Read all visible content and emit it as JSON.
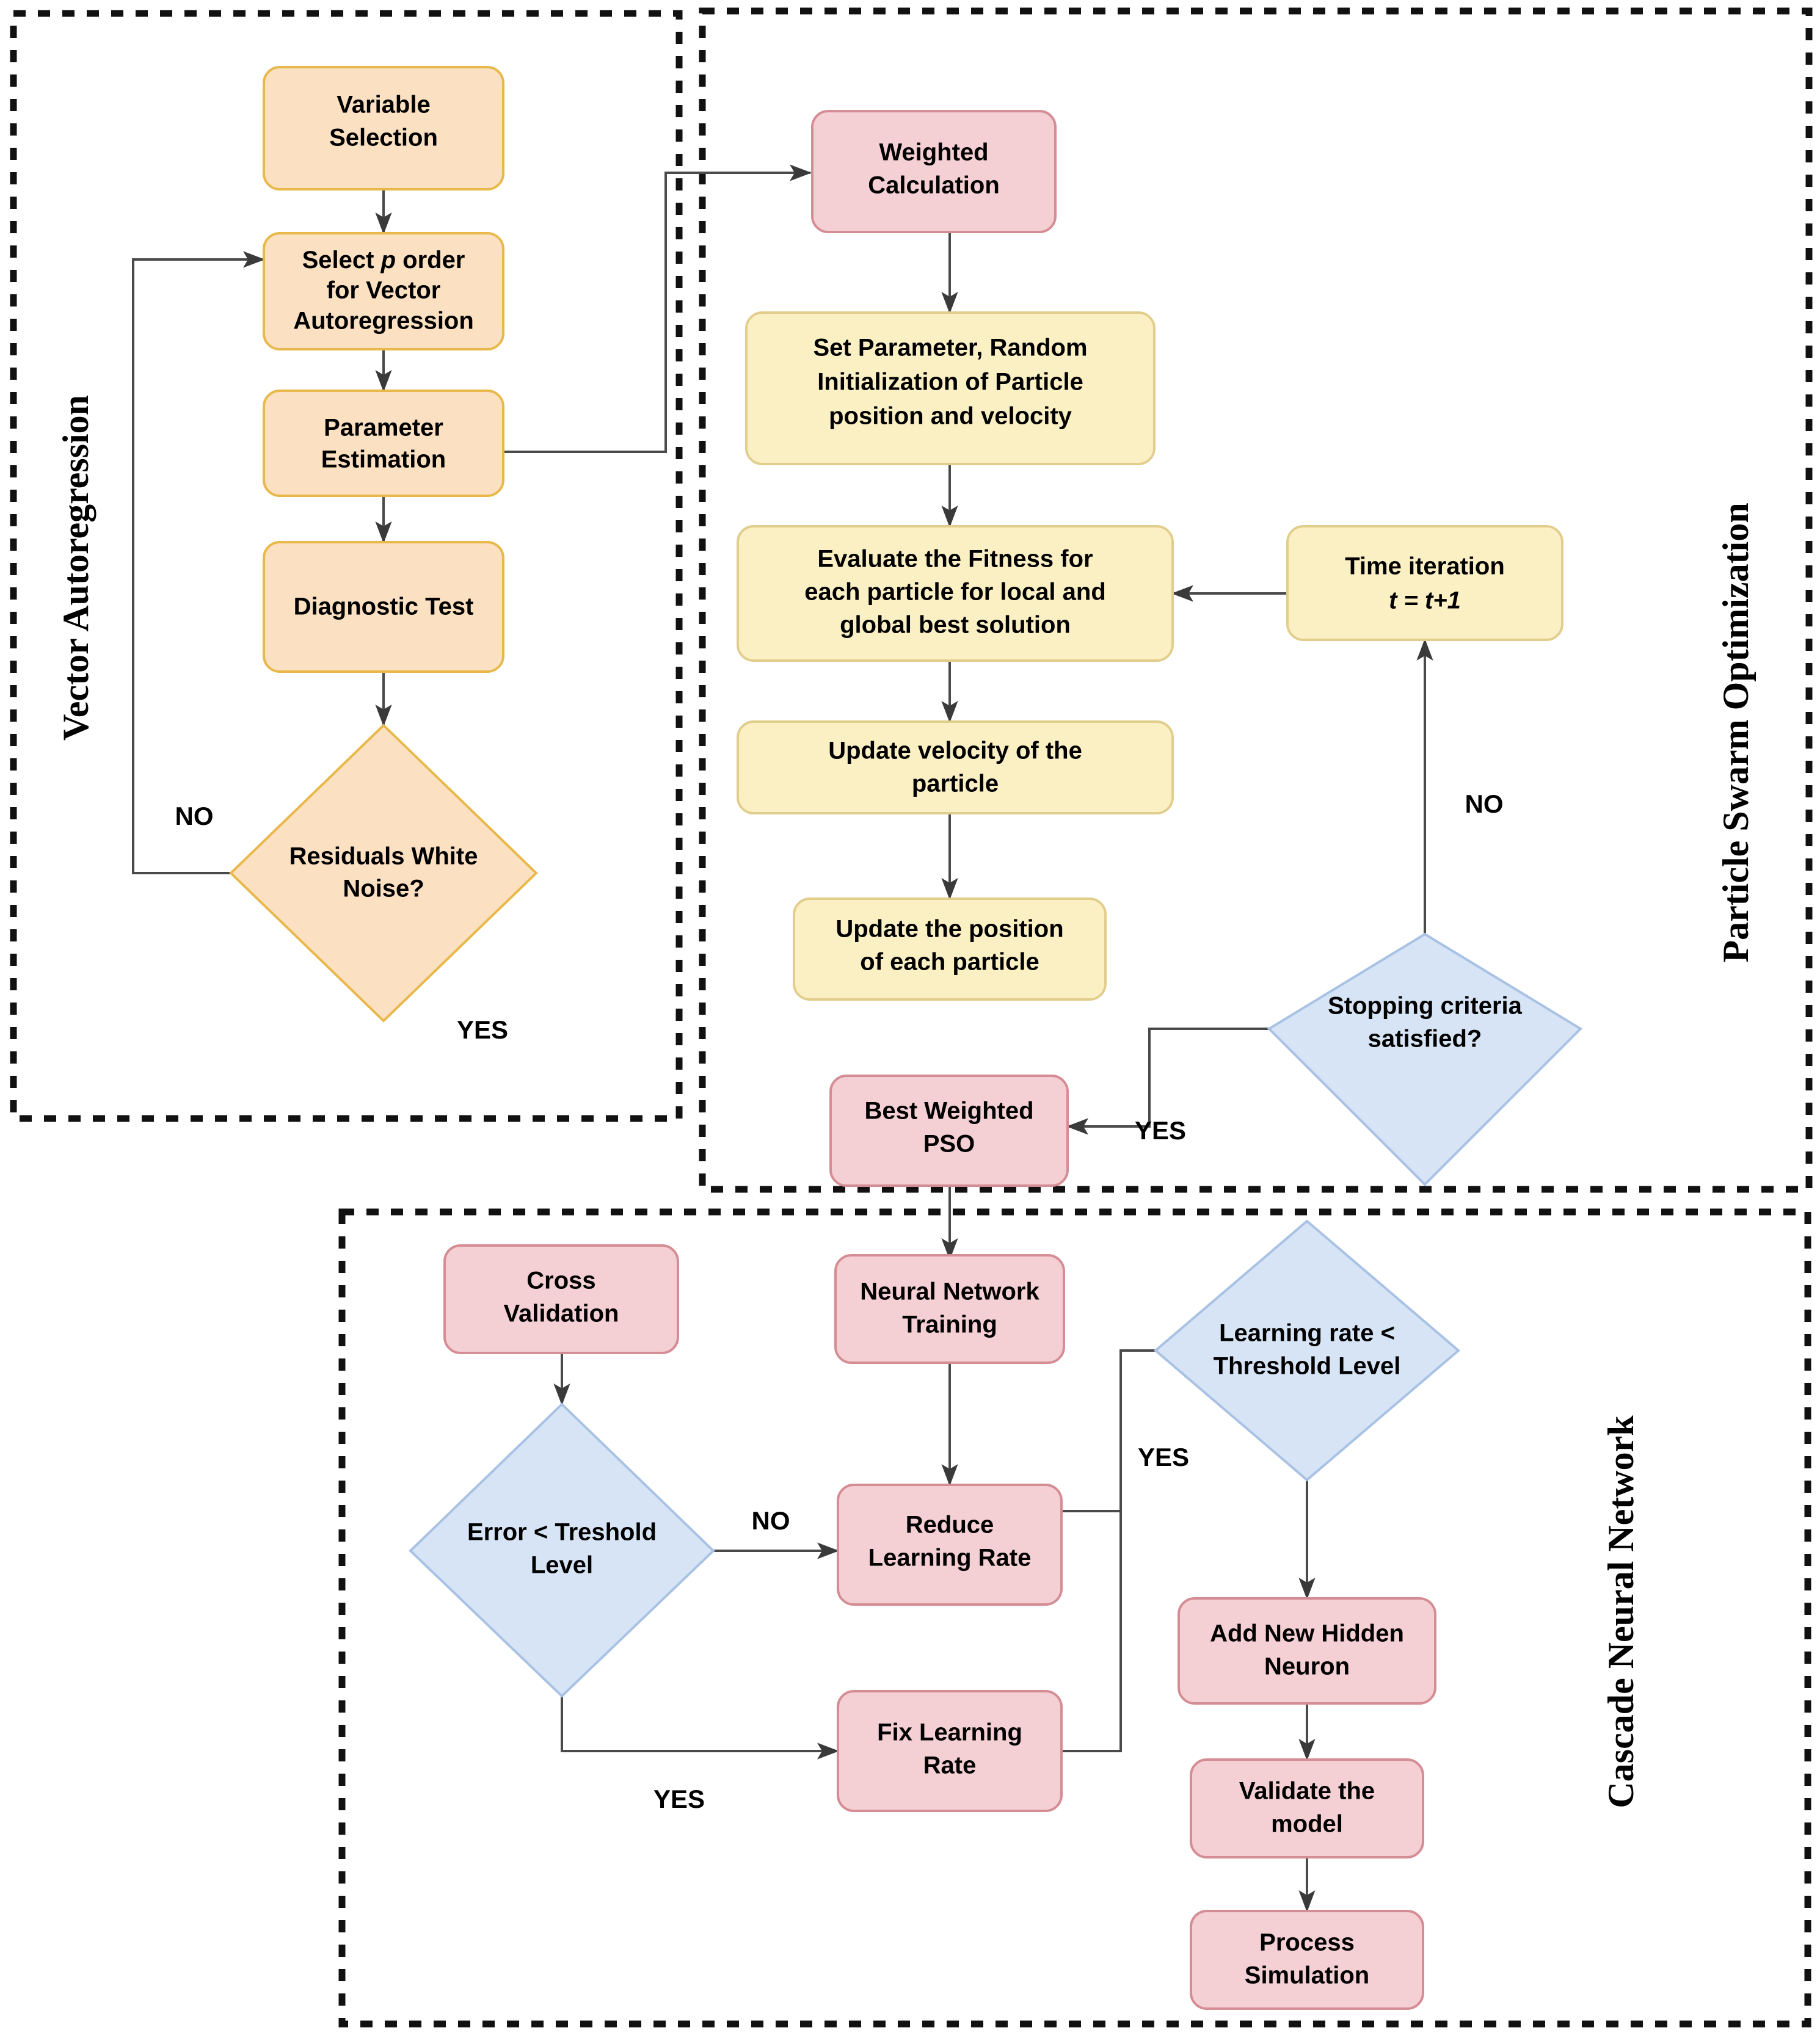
{
  "diagram": {
    "title": "Hybrid VAR-PSO-Cascade Neural Network flowchart",
    "colors": {
      "orange_fill": "#FBE0C2",
      "orange_stroke": "#E8B84B",
      "pink_fill": "#F4CFD3",
      "pink_stroke": "#D58D95",
      "yellow_fill": "#FBEFC4",
      "yellow_stroke": "#E2CE8C",
      "blue_fill": "#D6E4F5",
      "blue_stroke": "#A9C2E4",
      "edge": "#4A4A4A",
      "frame": "#111111"
    },
    "groups": [
      {
        "id": "var",
        "title": "Vector Autoregression"
      },
      {
        "id": "pso",
        "title": "Particle Swarm Optimization"
      },
      {
        "id": "cnn",
        "title": "Cascade Neural Network"
      }
    ],
    "nodes": {
      "variable_selection": {
        "line1": "Variable",
        "line2": "Selection"
      },
      "select_p_order": {
        "line1a": "Select ",
        "line1b": "p",
        "line1c": " order",
        "line2": "for Vector",
        "line3": "Autoregression"
      },
      "parameter_estimation": {
        "line1": "Parameter",
        "line2": "Estimation"
      },
      "diagnostic_test": {
        "line1": "Diagnostic Test"
      },
      "residuals_white_noise": {
        "line1": "Residuals White",
        "line2": "Noise?"
      },
      "weighted_calculation": {
        "line1": "Weighted",
        "line2": "Calculation"
      },
      "set_parameter": {
        "line1": "Set Parameter, Random",
        "line2": "Initialization of Particle",
        "line3": "position and velocity"
      },
      "evaluate_fitness": {
        "line1": "Evaluate the Fitness for",
        "line2": "each particle for local and",
        "line3": "global best solution"
      },
      "update_velocity": {
        "line1": "Update velocity of the",
        "line2": "particle"
      },
      "update_position": {
        "line1": "Update the position",
        "line2": "of each particle"
      },
      "time_iteration": {
        "line1": "Time iteration",
        "line2": "t = t+1"
      },
      "stopping_criteria": {
        "line1": "Stopping criteria",
        "line2": "satisfied?"
      },
      "best_weighted_pso": {
        "line1": "Best Weighted",
        "line2": "PSO"
      },
      "cross_validation": {
        "line1": "Cross",
        "line2": "Validation"
      },
      "neural_network_training": {
        "line1": "Neural Network",
        "line2": "Training"
      },
      "error_threshold": {
        "line1": "Error < Treshold",
        "line2": "Level"
      },
      "reduce_learning_rate": {
        "line1": "Reduce",
        "line2": "Learning Rate"
      },
      "fix_learning_rate": {
        "line1": "Fix Learning",
        "line2": "Rate"
      },
      "learning_rate_threshold": {
        "line1": "Learning rate <",
        "line2": "Threshold Level"
      },
      "add_new_hidden_neuron": {
        "line1": "Add New Hidden",
        "line2": "Neuron"
      },
      "validate_the_model": {
        "line1": "Validate the",
        "line2": "model"
      },
      "process_simulation": {
        "line1": "Process",
        "line2": "Simulation"
      }
    },
    "edge_labels": {
      "var_no": "NO",
      "var_yes": "YES",
      "pso_no": "NO",
      "pso_yes": "YES",
      "cnn_error_no": "NO",
      "cnn_error_yes": "YES",
      "cnn_lr_yes": "YES"
    }
  }
}
